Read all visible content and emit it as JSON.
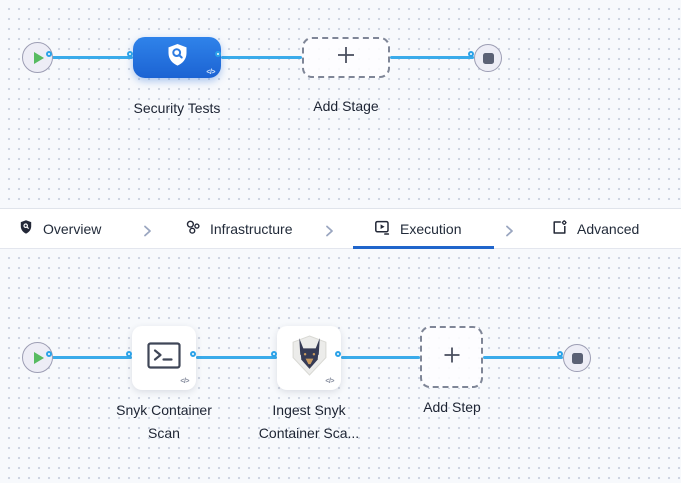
{
  "stage_graph": {
    "stage": {
      "label": "Security Tests",
      "icon": "shield-scan-icon"
    },
    "add_stage": {
      "label": "Add Stage",
      "icon": "plus-icon"
    },
    "code_glyph": "</>"
  },
  "tab_bar": {
    "tabs": [
      {
        "label": "Overview",
        "icon": "shield-icon",
        "active": false
      },
      {
        "label": "Infrastructure",
        "icon": "nodes-icon",
        "active": false
      },
      {
        "label": "Execution",
        "icon": "play-board-icon",
        "active": true
      },
      {
        "label": "Advanced",
        "icon": "file-gear-icon",
        "active": false
      }
    ]
  },
  "step_graph": {
    "steps": [
      {
        "lines": [
          "Snyk Container",
          "Scan"
        ],
        "icon": "terminal-icon"
      },
      {
        "lines": [
          "Ingest Snyk",
          "Container Sca..."
        ],
        "icon": "snyk-dog-icon"
      }
    ],
    "add_step": {
      "label": "Add Step",
      "icon": "plus-icon"
    },
    "code_glyph": "</>"
  },
  "colors": {
    "connector_blue": "#3AABEA",
    "stage_node_blue": "#2173DF",
    "active_tab_underline": "#2065CB",
    "play_green": "#57BB61",
    "canvas_background": "#F7F9FC",
    "end_square_gray": "#5B6175"
  }
}
